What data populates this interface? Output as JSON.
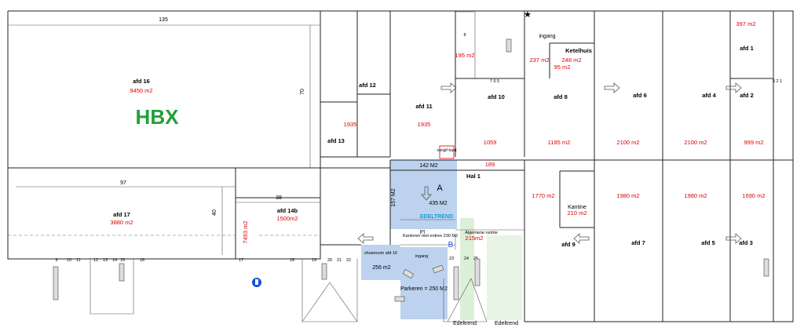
{
  "brand": "HBX",
  "dimensions": {
    "d135": "135",
    "d70": "70",
    "d97": "97",
    "d40": "40",
    "d38": "38"
  },
  "departments": {
    "afd16": {
      "name": "afd 16",
      "area": "9450 m2"
    },
    "afd17": {
      "name": "afd 17",
      "area": "3880 m2"
    },
    "afd14b": {
      "name": "afd 14b",
      "area": "1500m2"
    },
    "afd13": {
      "name": "afd 13"
    },
    "afd12": {
      "name": "afd 12"
    },
    "afd11": {
      "name": "afd 11"
    },
    "afd10": {
      "name": "afd 10"
    },
    "afd8": {
      "name": "afd 8"
    },
    "afd6": {
      "name": "afd 6"
    },
    "afd4": {
      "name": "afd 4"
    },
    "afd2": {
      "name": "afd 2"
    },
    "afd1": {
      "name": "afd 1"
    },
    "afd9": {
      "name": "afd 9"
    },
    "afd7": {
      "name": "afd 7"
    },
    "afd5": {
      "name": "afd 5"
    },
    "afd3": {
      "name": "afd 3"
    },
    "hal1": {
      "name": "Hal 1"
    }
  },
  "areas": {
    "a1935a": "1935",
    "a1935b": "1935",
    "a195": "195 m2",
    "a237": "237 m2",
    "a248": "248 m2",
    "a95": "95 m2",
    "a397": "397 m2",
    "a1059": "1059",
    "a1185": "1185 m2",
    "a2100a": "2100 m2",
    "a2100b": "2100 m2",
    "a999": "999 m2",
    "a189": "189",
    "a1770": "1770 m2",
    "a210": "210 m2",
    "a1980a": "1980 m2",
    "a1980b": "1980 m2",
    "a1690": "1690 m2",
    "a7493": "7493 m2",
    "a215": "215m2"
  },
  "labels": {
    "ketelhuis": "Ketelhuis",
    "ingang_top": "ingang",
    "vergif_kast": "vergif kast",
    "m142": "142 M2",
    "m157": "157 M2",
    "m435": "435 M2",
    "zoneA": "A",
    "zoneB": "B",
    "edeltrend": "EDELTREND",
    "kantoren": "Kantoren met entree 230 M2",
    "algemene": "Algemene ruimte",
    "ingang_mid": "ingang",
    "showroom": "showroom afd 16",
    "m256": "256 m2",
    "parkeren": "Parkeren = 250 M2",
    "kantine": "Kantine",
    "edeltrend_a": "Edeltrend",
    "edeltrend_b": "Edeltrend",
    "num8": "8",
    "nums_top": "7  6  5",
    "nums_afd1": "3  2  1",
    "p_symbol": "[P]"
  },
  "docks": [
    "9",
    "10",
    "11",
    "12",
    "13",
    "14",
    "15",
    "16",
    "17",
    "18",
    "19",
    "20",
    "21",
    "22",
    "23",
    "24",
    "25"
  ],
  "icons": [
    "fire-extinguisher-icon",
    "direction-arrow-icon",
    "compass-star-icon"
  ],
  "colors": {
    "office": "#bcd2ee",
    "area_red": "#e00000",
    "brand_green": "#21a03a",
    "edeltrend_blue": "#1a9ad6",
    "green_zone": "#dcefd8"
  }
}
